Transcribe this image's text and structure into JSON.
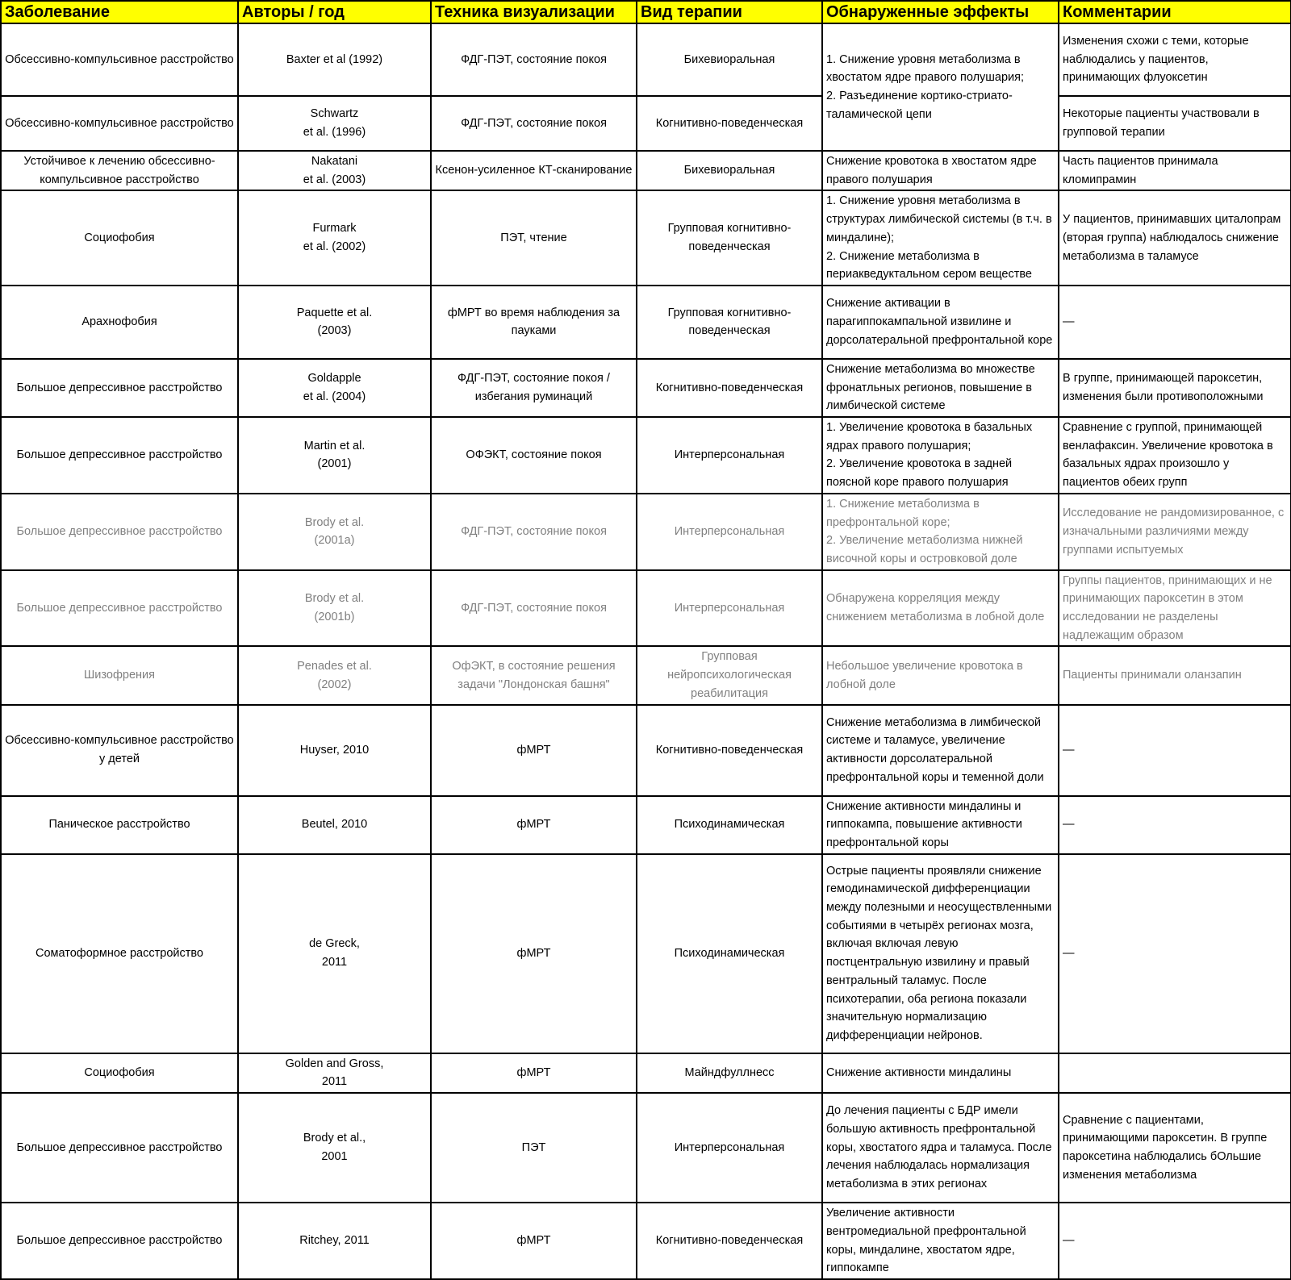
{
  "headers": [
    "Заболевание",
    "Авторы / год",
    "Техника визуализации",
    "Вид терапии",
    "Обнаруженные эффекты",
    "Комментарии"
  ],
  "rows": [
    {
      "disease": "Обсессивно-компульсивное расстройство",
      "authors": "Baxter et al (1992)",
      "technique": "ФДГ-ПЭТ, состояние покоя",
      "therapy": "Бихевиоральная",
      "effects": "1. Снижение уровня метаболизма в хвостатом ядре правого полушария;\n2. Разъединение кортико-стриато-таламической цепи",
      "comments": "Изменения схожи с теми, которые наблюдались у пациентов, принимающих флуоксетин"
    },
    {
      "disease": "Обсессивно-компульсивное расстройство",
      "authors": "Schwartz\net al. (1996)",
      "technique": "ФДГ-ПЭТ, состояние покоя",
      "therapy": "Когнитивно-поведенческая",
      "comments": "Некоторые пациенты участвовали в групповой терапии"
    },
    {
      "disease": "Устойчивое к лечению обсессивно-компульсивное расстройство",
      "authors": "Nakatani\net al. (2003)",
      "technique": "Ксенон-усиленное КТ-сканирование",
      "therapy": "Бихевиоральная",
      "effects": "Снижение кровотока в хвостатом ядре правого полушария",
      "comments": "Часть пациентов принимала кломипрамин"
    },
    {
      "disease": "Социофобия",
      "authors": "Furmark\net al. (2002)",
      "technique": "ПЭТ, чтение",
      "therapy": "Групповая когнитивно-поведенческая",
      "effects": "1. Снижение уровня метаболизма в структурах лимбической системы (в т.ч. в миндалине);\n2. Снижение метаболизма в периакведуктальном сером веществе",
      "comments": "У пациентов, принимавших циталопрам (вторая группа) наблюдалось снижение метаболизма в таламусе"
    },
    {
      "disease": "Арахнофобия",
      "authors": "Paquette et al.\n(2003)",
      "technique": "фМРТ во время наблюдения за пауками",
      "therapy": "Групповая когнитивно-поведенческая",
      "effects": "Снижение активации в парагиппокампальной извилине и дорсолатеральной префронтальной коре",
      "comments": "—"
    },
    {
      "disease": "Большое депрессивное расстройство",
      "authors": "Goldapple\net al. (2004)",
      "technique": "ФДГ-ПЭТ, состояние покоя / избегания руминаций",
      "therapy": "Когнитивно-поведенческая",
      "effects": "Снижение метаболизма во множестве фронатльных регионов, повышение в лимбической системе",
      "comments": "В группе, принимающей пароксетин, изменения были противоположными"
    },
    {
      "disease": "Большое депрессивное расстройство",
      "authors": "Martin et al.\n(2001)",
      "technique": "ОФЭКТ, состояние покоя",
      "therapy": "Интерперсональная",
      "effects": "1. Увеличение кровотока в базальных ядрах правого полушария;\n2. Увеличение кровотока в задней поясной коре правого полушария",
      "comments": "Сравнение с группой, принимающей венлафаксин. Увеличение кровотока в базальных ядрах произошло  у пациентов обеих групп"
    },
    {
      "disease": "Большое депрессивное расстройство",
      "authors": "Brody et al.\n(2001a)",
      "technique": "ФДГ-ПЭТ, состояние покоя",
      "therapy": "Интерперсональная",
      "effects": "1. Снижение метаболизма в префронтальной коре;\n2. Увеличение метаболизма нижней височной коры и островковой доле",
      "comments": "Исследование не рандомизированное, с изначальными различиями между группами испытуемых"
    },
    {
      "disease": "Большое депрессивное расстройство",
      "authors": "Brody et al.\n(2001b)",
      "technique": "ФДГ-ПЭТ, состояние покоя",
      "therapy": "Интерперсональная",
      "effects": "Обнаружена корреляция между снижением метаболизма в лобной доле",
      "comments": "Группы пациентов, принимающих и не принимающих пароксетин в этом исследовании не разделены надлежащим образом"
    },
    {
      "disease": "Шизофрения",
      "authors": "Penades et al.\n(2002)",
      "technique": "ОфЭКТ, в состояние решения задачи \"Лондонская башня\"",
      "therapy": "Групповая нейропсихологическая реабилитация",
      "effects": "Небольшое увеличение кровотока в лобной доле",
      "comments": "Пациенты принимали оланзапин"
    },
    {
      "disease": "Обсессивно-компульсивное расстройство у детей",
      "authors": "Huyser, 2010",
      "technique": "фМРТ",
      "therapy": "Когнитивно-поведенческая",
      "effects": "Снижение метаболизма в лимбической системе и таламусе, увеличение активности дорсолатеральной префронтальной коры и теменной доли",
      "comments": "—"
    },
    {
      "disease": "Паническое расстройство",
      "authors": "Beutel, 2010",
      "technique": "фМРТ",
      "therapy": "Психодинамическая",
      "effects": "Снижение активности миндалины и гиппокампа, повышение активности префронтальной коры",
      "comments": "—"
    },
    {
      "disease": "Соматоформное расстройство",
      "authors": "de Greck,\n2011",
      "technique": "фМРТ",
      "therapy": "Психодинамическая",
      "effects": "Острые пациенты проявляли снижение гемодинамической дифференциации между полезными и неосуществленными событиями в четырёх регионах мозга, включая включая левую постцентральную извилину и правый вентральный таламус. После\nпсихотерапии, оба региона показали значительную нормализацию дифференциации нейронов.",
      "comments": "—"
    },
    {
      "disease": "Социофобия",
      "authors": "Golden and Gross,\n2011",
      "technique": "фМРТ",
      "therapy": "Майндфуллнесс",
      "effects": "Снижение активности миндалины",
      "comments": ""
    },
    {
      "disease": "Большое депрессивное расстройство",
      "authors": "Brody et al.,\n2001",
      "technique": "ПЭТ",
      "therapy": "Интерперсональная",
      "effects": "До лечения пациенты с БДР имели большую активность префронтальной коры, хвостатого ядра и таламуса. После лечения наблюдалась нормализация метаболизма в этих регионах",
      "comments": "Сравнение с пациентами, принимающими пароксетин. В группе пароксетина наблюдались бОльшие изменения метаболизма"
    },
    {
      "disease": "Большое депрессивное расстройство",
      "authors": "Ritchey, 2011",
      "technique": "фМРТ",
      "therapy": "Когнитивно-поведенческая",
      "effects": "Увеличение активности вентромедиальной префронтальной коры, миндалине, хвостатом ядре, гиппокампе",
      "comments": "—"
    }
  ]
}
